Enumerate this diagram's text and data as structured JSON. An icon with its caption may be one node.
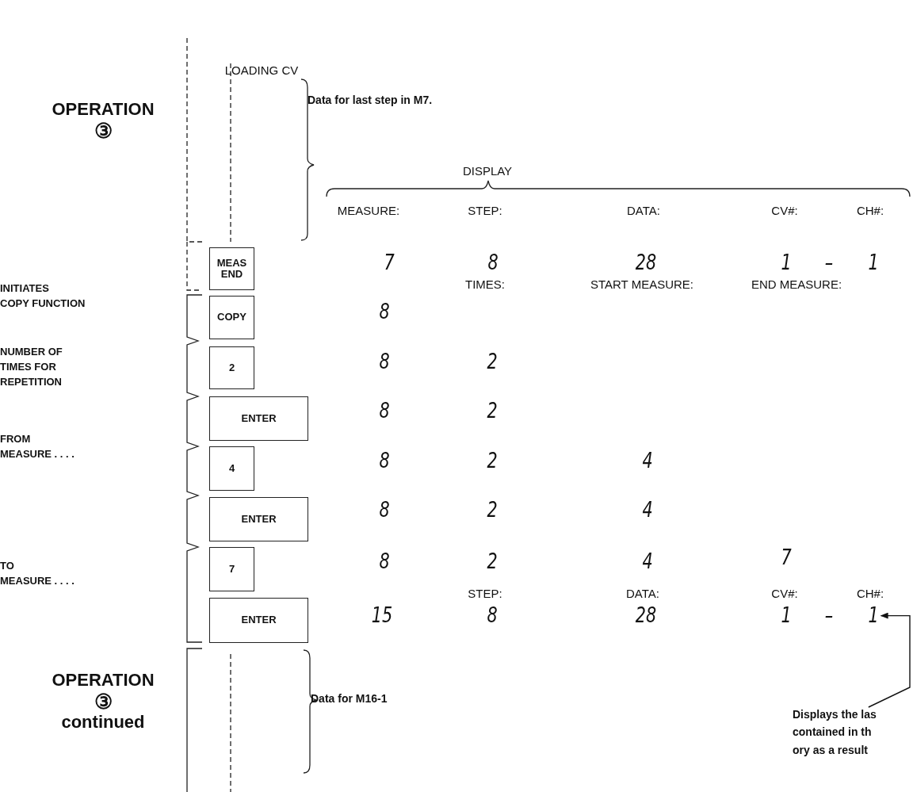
{
  "diagram": {
    "nodes": [
      {
        "text": [
          "MEAS END"
        ]
      },
      {
        "text": [
          "COPY"
        ]
      },
      {
        "text": [
          "2"
        ]
      },
      {
        "text": [
          "ENTER"
        ]
      },
      {
        "text": [
          "4"
        ]
      },
      {
        "text": [
          "ENTER"
        ]
      },
      {
        "text": [
          "7"
        ]
      },
      {
        "text": [
          "ENTER"
        ]
      },
      {
        "text": [
          "1"
        ]
      },
      {
        "text": [
          "Displays the las contained in th ory as a result"
        ]
      }
    ],
    "edges": [
      {
        "from": 9,
        "to": 8,
        "arrow": "to"
      }
    ],
    "labels": [
      "LOADING CV",
      "OPERATION",
      "③",
      "Data for last step in M7.",
      "DISPLAY",
      "MEASURE:",
      "STEP:",
      "DATA:",
      "CV#:",
      "CH#:",
      "7",
      "8",
      "28",
      "1",
      "–",
      "1",
      "TIMES:",
      "START MEASURE:",
      "END MEASURE:",
      "INITIATES COPY FUNCTION",
      "8",
      "NUMBER OF TIMES FOR REPETITION",
      "8",
      "2",
      "8",
      "2",
      "FROM MEASURE . . . .",
      "8",
      "2",
      "4",
      "8",
      "2",
      "4",
      "TO MEASURE . . . .",
      "8",
      "2",
      "4",
      "7",
      "STEP:",
      "DATA:",
      "CV#:",
      "CH#:",
      "15",
      "8",
      "28",
      "1",
      "–",
      "OPERATION",
      "③",
      "continued",
      "Data for M16-1"
    ]
  }
}
